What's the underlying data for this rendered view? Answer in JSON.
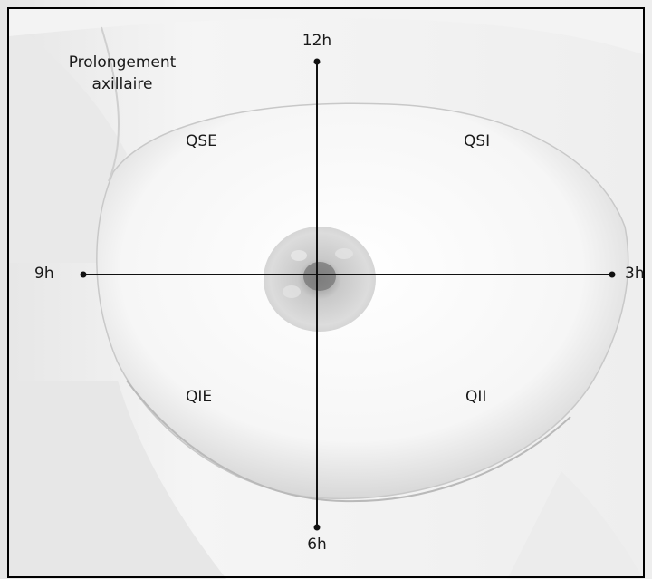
{
  "diagram": {
    "axis_top_label": "12h",
    "axis_bottom_label": "6h",
    "axis_left_label": "9h",
    "axis_right_label": "3h",
    "region_axillary_line1": "Prolongement",
    "region_axillary_line2": "axillaire",
    "quadrant_upper_outer": "QSE",
    "quadrant_upper_inner": "QSI",
    "quadrant_lower_outer": "QIE",
    "quadrant_lower_inner": "QII"
  },
  "colors": {
    "line": "#111111",
    "border": "#000000",
    "background": "#ffffff"
  }
}
